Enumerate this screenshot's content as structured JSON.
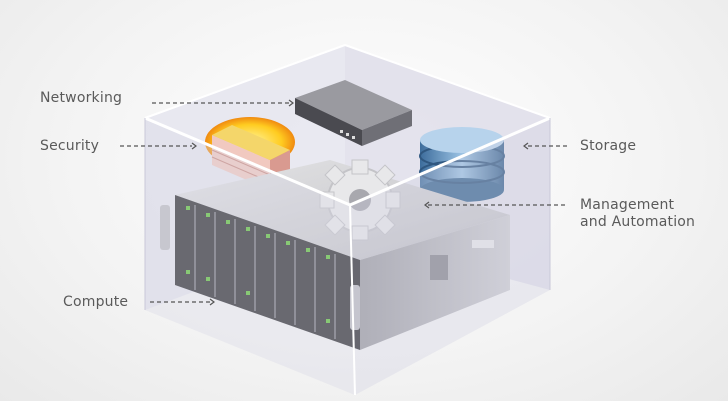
{
  "labels": {
    "networking": "Networking",
    "security": "Security",
    "storage": "Storage",
    "management_line1": "Management",
    "management_line2": "and Automation",
    "compute": "Compute"
  },
  "colors": {
    "label_text": "#5a5a5a",
    "storage_blue": "#5b8fbf",
    "cube_tint": "#dcdbe8"
  }
}
